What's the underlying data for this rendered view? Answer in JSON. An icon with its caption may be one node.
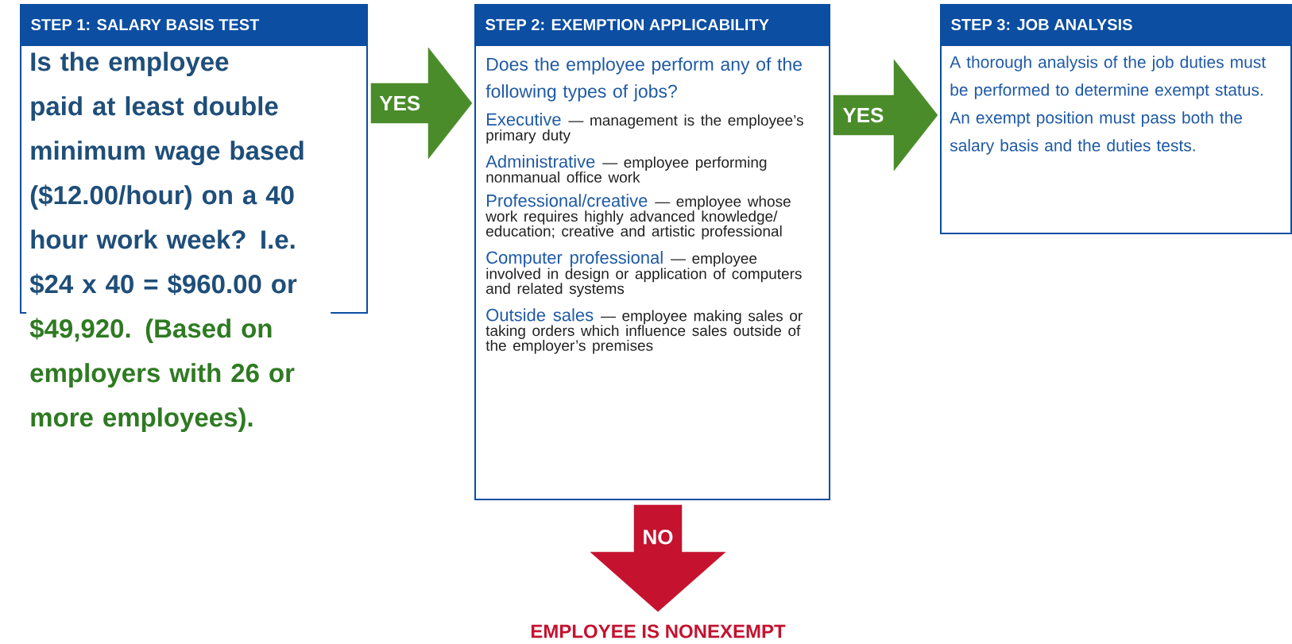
{
  "diagram": {
    "nodes": [
      {
        "text": [
          "STEP 1: SALARY BASIS TEST",
          "Is the employee paid at least double minimum wage based ($12.00/hour) on a 40 hour work week? I.e. $24 x 40 = $960.00 or",
          "$49,920. (Based on employers with 26 or more employees)."
        ]
      },
      {
        "text": [
          "STEP 2: EXEMPTION APPLICABILITY",
          "Does the employee perform any of the following types of jobs?",
          "Executive",
          "— management is the employee’s primary duty",
          "Administrative",
          "— employee performing nonmanual office work",
          "Professional/creative",
          "— employee whose work requires highly advanced knowledge/ education; creative and artistic professional",
          "Computer professional",
          "— employee involved in design or application of computers and related systems",
          "Outside sales",
          "— employee making sales or taking orders which influence sales outside of the employer’s premises"
        ]
      },
      {
        "text": [
          "STEP 3: JOB ANALYSIS",
          "A thorough analysis of the job duties must be performed to determine exempt status. An exempt position must pass both the salary basis and the duties tests."
        ]
      },
      {
        "text": [
          "EMPLOYEE IS NONEXEMPT"
        ]
      }
    ],
    "edges": [
      {
        "from": 0,
        "to": 1,
        "arrow": "to",
        "label": "YES"
      },
      {
        "from": 1,
        "to": 2,
        "arrow": "to",
        "label": "YES"
      },
      {
        "from": 1,
        "to": 3,
        "arrow": "to",
        "label": "NO",
        "color": "#c4122f"
      }
    ]
  }
}
